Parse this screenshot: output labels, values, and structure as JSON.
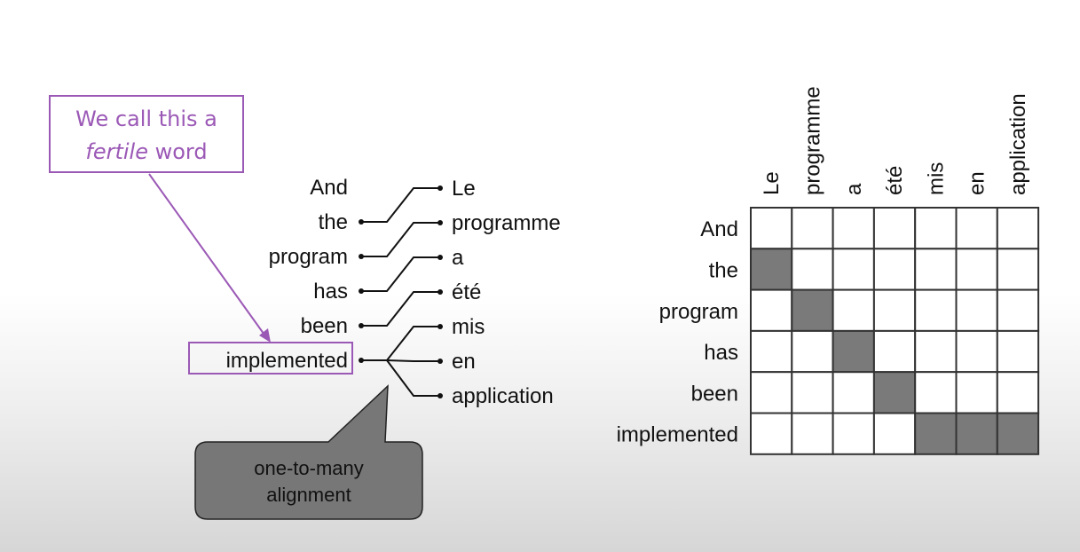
{
  "callout": {
    "line1": "We call this a",
    "line2_emph": "fertile",
    "line2_rest": " word",
    "color": "#9b59b6"
  },
  "bubble": {
    "line1": "one-to-many",
    "line2": "alignment",
    "fill": "#777777"
  },
  "english": [
    "And",
    "the",
    "program",
    "has",
    "been",
    "implemented"
  ],
  "french": [
    "Le",
    "programme",
    "a",
    "été",
    "mis",
    "en",
    "application"
  ],
  "alignment": [
    [
      1,
      0
    ],
    [
      2,
      1
    ],
    [
      3,
      2
    ],
    [
      4,
      3
    ],
    [
      5,
      4
    ],
    [
      5,
      5
    ],
    [
      5,
      6
    ]
  ],
  "highlighted_word_index": 5,
  "colors": {
    "aligned_cell": "#7a7a7a",
    "empty_cell": "#ffffff",
    "grid": "#333333"
  }
}
